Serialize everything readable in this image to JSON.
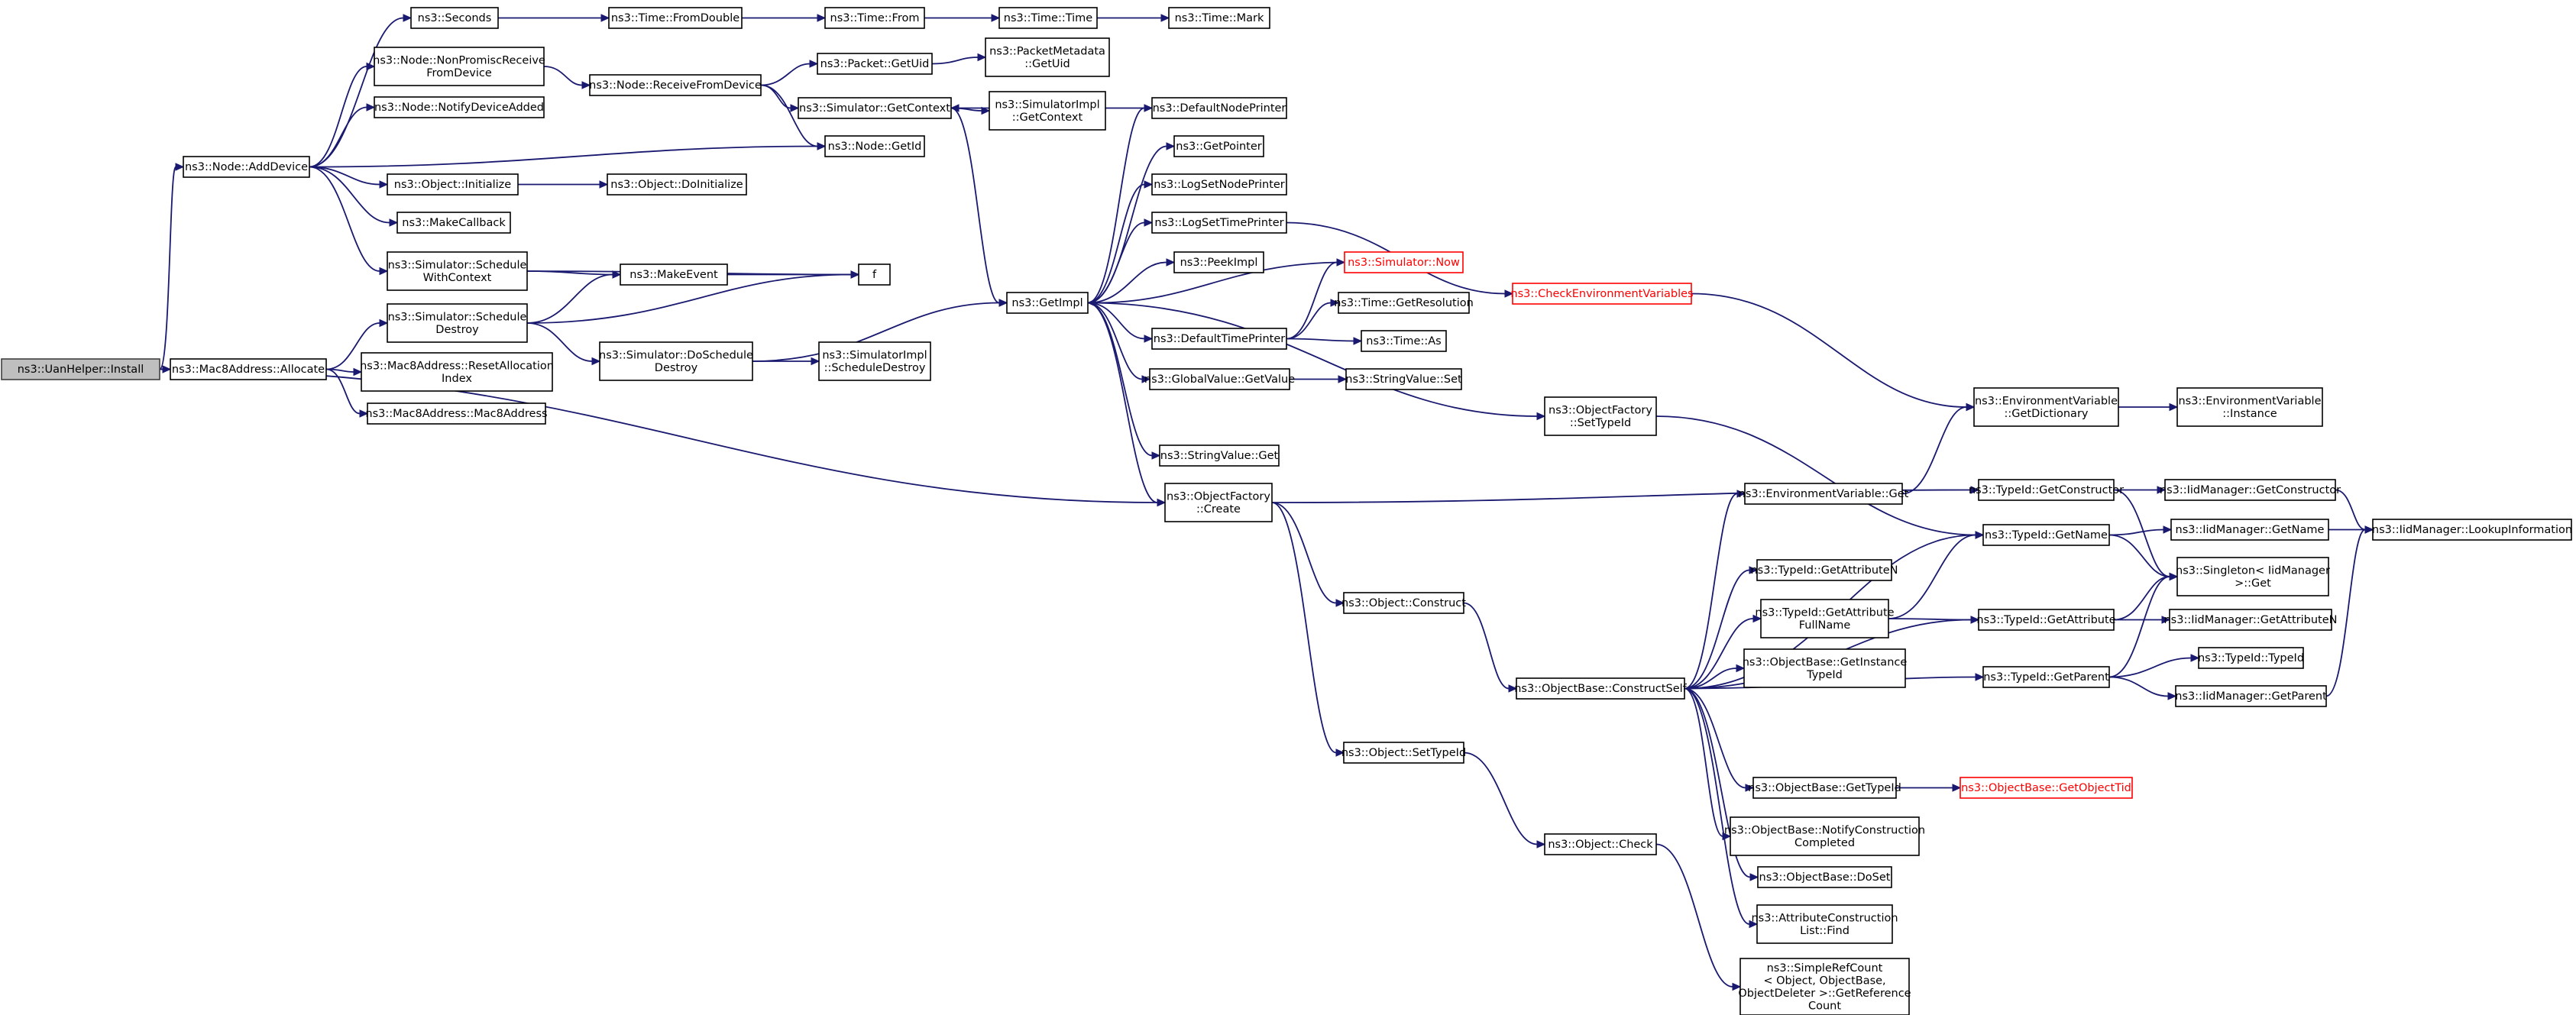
{
  "graph": {
    "nodes": [
      {
        "id": "root",
        "lines": [
          "ns3::UanHelper::Install"
        ],
        "kind": "root"
      },
      {
        "id": "addDevice",
        "lines": [
          "ns3::Node::AddDevice"
        ]
      },
      {
        "id": "allocate",
        "lines": [
          "ns3::Mac8Address::Allocate"
        ]
      },
      {
        "id": "seconds",
        "lines": [
          "ns3::Seconds"
        ]
      },
      {
        "id": "nonPromisc",
        "lines": [
          "ns3::Node::NonPromiscReceive",
          "FromDevice"
        ]
      },
      {
        "id": "notifyAdded",
        "lines": [
          "ns3::Node::NotifyDeviceAdded"
        ]
      },
      {
        "id": "objInit",
        "lines": [
          "ns3::Object::Initialize"
        ]
      },
      {
        "id": "makeCallback",
        "lines": [
          "ns3::MakeCallback"
        ]
      },
      {
        "id": "schedCtx",
        "lines": [
          "ns3::Simulator::Schedule",
          "WithContext"
        ]
      },
      {
        "id": "schedDestroy",
        "lines": [
          "ns3::Simulator::Schedule",
          "Destroy"
        ]
      },
      {
        "id": "resetAlloc",
        "lines": [
          "ns3::Mac8Address::ResetAllocation",
          "Index"
        ]
      },
      {
        "id": "mac8ctor",
        "lines": [
          "ns3::Mac8Address::Mac8Address"
        ]
      },
      {
        "id": "timeFromDouble",
        "lines": [
          "ns3::Time::FromDouble"
        ]
      },
      {
        "id": "recvFromDev",
        "lines": [
          "ns3::Node::ReceiveFromDevice"
        ]
      },
      {
        "id": "objDoInit",
        "lines": [
          "ns3::Object::DoInitialize"
        ]
      },
      {
        "id": "makeEvent",
        "lines": [
          "ns3::MakeEvent"
        ]
      },
      {
        "id": "f",
        "lines": [
          "f"
        ]
      },
      {
        "id": "doSchedDestroy",
        "lines": [
          "ns3::Simulator::DoSchedule",
          "Destroy"
        ]
      },
      {
        "id": "timeFrom",
        "lines": [
          "ns3::Time::From"
        ]
      },
      {
        "id": "pktGetUid",
        "lines": [
          "ns3::Packet::GetUid"
        ]
      },
      {
        "id": "simGetCtx",
        "lines": [
          "ns3::Simulator::GetContext"
        ]
      },
      {
        "id": "nodeGetId",
        "lines": [
          "ns3::Node::GetId"
        ]
      },
      {
        "id": "implSchedDestroy",
        "lines": [
          "ns3::SimulatorImpl",
          "::ScheduleDestroy"
        ]
      },
      {
        "id": "timeTime",
        "lines": [
          "ns3::Time::Time"
        ]
      },
      {
        "id": "pktMetaUid",
        "lines": [
          "ns3::PacketMetadata",
          "::GetUid"
        ]
      },
      {
        "id": "implGetCtx",
        "lines": [
          "ns3::SimulatorImpl",
          "::GetContext"
        ]
      },
      {
        "id": "getImpl",
        "lines": [
          "ns3::GetImpl"
        ]
      },
      {
        "id": "timeMark",
        "lines": [
          "ns3::Time::Mark"
        ]
      },
      {
        "id": "defNodePrinter",
        "lines": [
          "ns3::DefaultNodePrinter"
        ]
      },
      {
        "id": "getPointer",
        "lines": [
          "ns3::GetPointer"
        ]
      },
      {
        "id": "logSetNode",
        "lines": [
          "ns3::LogSetNodePrinter"
        ]
      },
      {
        "id": "logSetTime",
        "lines": [
          "ns3::LogSetTimePrinter"
        ]
      },
      {
        "id": "peekImpl",
        "lines": [
          "ns3::PeekImpl"
        ]
      },
      {
        "id": "simNow",
        "lines": [
          "ns3::Simulator::Now"
        ],
        "kind": "red"
      },
      {
        "id": "defTimePrinter",
        "lines": [
          "ns3::DefaultTimePrinter"
        ]
      },
      {
        "id": "gvGetValue",
        "lines": [
          "ns3::GlobalValue::GetValue"
        ]
      },
      {
        "id": "svGet",
        "lines": [
          "ns3::StringValue::Get"
        ]
      },
      {
        "id": "objFactCreate",
        "lines": [
          "ns3::ObjectFactory",
          "::Create"
        ]
      },
      {
        "id": "timeGetRes",
        "lines": [
          "ns3::Time::GetResolution"
        ]
      },
      {
        "id": "timeAs",
        "lines": [
          "ns3::Time::As"
        ]
      },
      {
        "id": "svSet",
        "lines": [
          "ns3::StringValue::Set"
        ]
      },
      {
        "id": "checkEnv",
        "lines": [
          "ns3::CheckEnvironmentVariables"
        ],
        "kind": "red"
      },
      {
        "id": "objFactSetTid",
        "lines": [
          "ns3::ObjectFactory",
          "::SetTypeId"
        ]
      },
      {
        "id": "objConstruct",
        "lines": [
          "ns3::Object::Construct"
        ]
      },
      {
        "id": "objSetTid",
        "lines": [
          "ns3::Object::SetTypeId"
        ]
      },
      {
        "id": "envGet",
        "lines": [
          "ns3::EnvironmentVariable::Get"
        ]
      },
      {
        "id": "tidGetAttrN",
        "lines": [
          "ns3::TypeId::GetAttributeN"
        ]
      },
      {
        "id": "tidGetAttrFull",
        "lines": [
          "ns3::TypeId::GetAttribute",
          "FullName"
        ]
      },
      {
        "id": "obGetInstTid",
        "lines": [
          "ns3::ObjectBase::GetInstance",
          "TypeId"
        ]
      },
      {
        "id": "obConstructSelf",
        "lines": [
          "ns3::ObjectBase::ConstructSelf"
        ]
      },
      {
        "id": "obGetTid",
        "lines": [
          "ns3::ObjectBase::GetTypeId"
        ]
      },
      {
        "id": "obNotifyConstr",
        "lines": [
          "ns3::ObjectBase::NotifyConstruction",
          "Completed"
        ]
      },
      {
        "id": "obDoSet",
        "lines": [
          "ns3::ObjectBase::DoSet"
        ]
      },
      {
        "id": "attrConstrFind",
        "lines": [
          "ns3::AttributeConstruction",
          "List::Find"
        ]
      },
      {
        "id": "objCheck",
        "lines": [
          "ns3::Object::Check"
        ]
      },
      {
        "id": "simpleRefCount",
        "lines": [
          "ns3::SimpleRefCount",
          "< Object, ObjectBase,",
          "ObjectDeleter >::GetReference",
          "Count"
        ]
      },
      {
        "id": "envGetDict",
        "lines": [
          "ns3::EnvironmentVariable",
          "::GetDictionary"
        ]
      },
      {
        "id": "tidGetCtor",
        "lines": [
          "ns3::TypeId::GetConstructor"
        ]
      },
      {
        "id": "tidGetName",
        "lines": [
          "ns3::TypeId::GetName"
        ]
      },
      {
        "id": "tidGetAttr",
        "lines": [
          "ns3::TypeId::GetAttribute"
        ]
      },
      {
        "id": "tidGetParent",
        "lines": [
          "ns3::TypeId::GetParent"
        ]
      },
      {
        "id": "obGetObjTid",
        "lines": [
          "ns3::ObjectBase::GetObjectTid"
        ],
        "kind": "red"
      },
      {
        "id": "envInstance",
        "lines": [
          "ns3::EnvironmentVariable",
          "::Instance"
        ]
      },
      {
        "id": "iidGetCtor",
        "lines": [
          "ns3::IidManager::GetConstructor"
        ]
      },
      {
        "id": "iidGetName",
        "lines": [
          "ns3::IidManager::GetName"
        ]
      },
      {
        "id": "singletonGet",
        "lines": [
          "ns3::Singleton< IidManager",
          ">::Get"
        ]
      },
      {
        "id": "iidGetAttrN",
        "lines": [
          "ns3::IidManager::GetAttributeN"
        ]
      },
      {
        "id": "tidTypeId",
        "lines": [
          "ns3::TypeId::TypeId"
        ]
      },
      {
        "id": "iidGetParent",
        "lines": [
          "ns3::IidManager::GetParent"
        ]
      },
      {
        "id": "iidLookup",
        "lines": [
          "ns3::IidManager::LookupInformation"
        ]
      }
    ]
  }
}
